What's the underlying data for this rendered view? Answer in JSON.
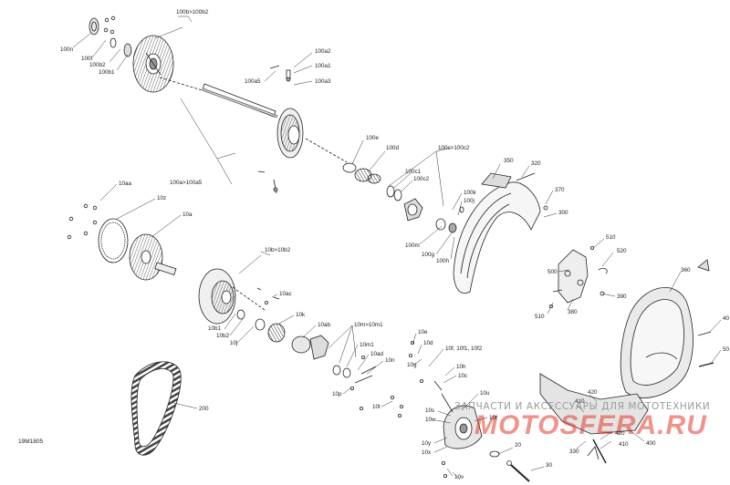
{
  "diagram": {
    "code": "19M1805",
    "watermark": {
      "caption": "ЗАПЧАСТИ И АКСЕССУАРЫ ДЛЯ МОТОТЕХНИКИ",
      "logo": "MOTOSFERA.RU",
      "logo_color": "#e23a2c"
    },
    "callouts": [
      "100n",
      "100f",
      "100b2",
      "100b1",
      "100b>100b2",
      "100a2",
      "100a1",
      "100a3",
      "100a5",
      "100a>100a5",
      "100e",
      "100d",
      "100c>100c2",
      "100c1",
      "100c2",
      "100k",
      "100j",
      "100m",
      "100g",
      "100h",
      "350",
      "320",
      "370",
      "300",
      "10aa",
      "10z",
      "10a",
      "10b>10b2",
      "10ac",
      "10k",
      "10ab",
      "10m>10m1",
      "10m1",
      "10ad",
      "10n",
      "10b1",
      "10b2",
      "10j",
      "10p",
      "10t",
      "10e",
      "10d",
      "10f, 10f1, 10f2",
      "10g",
      "10h",
      "10c",
      "10u",
      "10s",
      "10w",
      "10r",
      "10y",
      "10x",
      "10v",
      "20",
      "30",
      "510",
      "520",
      "500",
      "390",
      "380",
      "360",
      "40",
      "50",
      "410",
      "420",
      "400",
      "330",
      "200"
    ]
  }
}
